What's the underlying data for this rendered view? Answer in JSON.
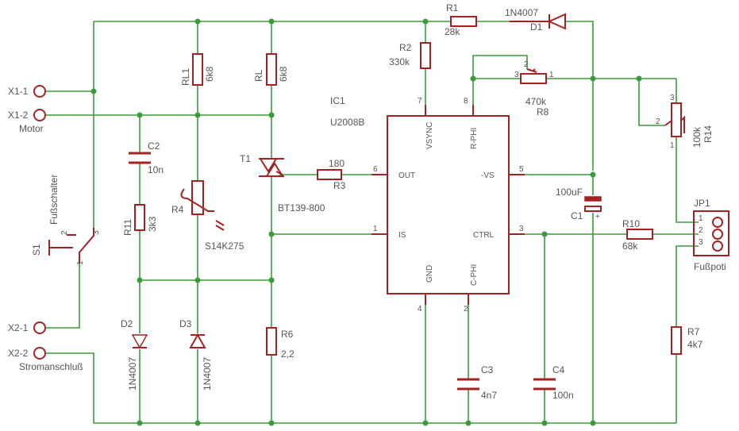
{
  "colors": {
    "wire": "#3c9a3c",
    "part": "#a32323",
    "text": "#555555"
  },
  "connectors": {
    "x1_1": "X1-1",
    "x1_2": "X1-2",
    "motor": "Motor",
    "x2_1": "X2-1",
    "x2_2": "X2-2",
    "power_connection": "Stromanschluß"
  },
  "switch": {
    "name": "S1",
    "value": "Fußschalter",
    "pin1": "1",
    "pin2": "2",
    "pin3": "3"
  },
  "resistors": {
    "r1": {
      "name": "R1",
      "value": "28k"
    },
    "r2": {
      "name": "R2",
      "value": "330k"
    },
    "r3": {
      "name": "R3",
      "value": "180"
    },
    "r4": {
      "name": "R4",
      "value": "S14K275"
    },
    "r6": {
      "name": "R6",
      "value": "2,2"
    },
    "r7": {
      "name": "R7",
      "value": "4k7"
    },
    "r8": {
      "name": "R8",
      "value": "470k"
    },
    "r10": {
      "name": "R10",
      "value": "68k"
    },
    "r11": {
      "name": "R11",
      "value": "3k3"
    },
    "r14": {
      "name": "R14",
      "value": "100k"
    },
    "rl": {
      "name": "RL",
      "value": "6k8"
    },
    "rl1": {
      "name": "RL1",
      "value": "6k8"
    }
  },
  "capacitors": {
    "c1": {
      "name": "C1",
      "value": "100uF"
    },
    "c2": {
      "name": "C2",
      "value": "10n"
    },
    "c3": {
      "name": "C3",
      "value": "4n7"
    },
    "c4": {
      "name": "C4",
      "value": "100n"
    }
  },
  "diodes": {
    "d1": {
      "name": "D1",
      "value": "1N4007"
    },
    "d2": {
      "name": "D2",
      "value": "1N4007"
    },
    "d3": {
      "name": "D3",
      "value": "1N4007"
    }
  },
  "triac": {
    "name": "T1",
    "value": "BT139-800"
  },
  "ic": {
    "name": "IC1",
    "value": "U2008B",
    "pins": {
      "vsync": "VSYNC",
      "rphi": "R-PHI",
      "out": "OUT",
      "vs": "-VS",
      "is": "IS",
      "ctrl": "CTRL",
      "gnd": "GND",
      "cphi": "C-PHI"
    },
    "pin_numbers": {
      "vsync": "7",
      "rphi": "8",
      "out": "6",
      "vs": "5",
      "is": "1",
      "ctrl": "3",
      "gnd": "4",
      "cphi": "2"
    }
  },
  "jumper": {
    "name": "JP1",
    "value": "Fußpoti",
    "pin1": "1",
    "pin2": "2",
    "pin3": "3"
  },
  "pot_pins": {
    "one": "1",
    "two": "2",
    "three": "3"
  },
  "polarity_plus": "+"
}
